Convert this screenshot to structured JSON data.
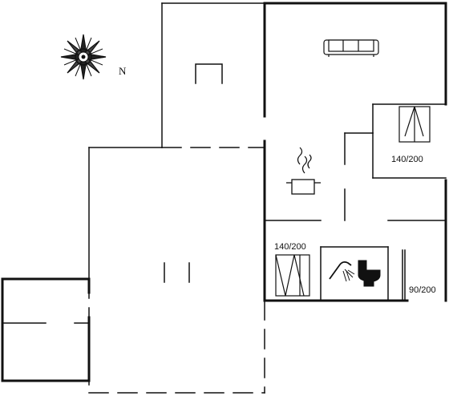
{
  "compass": {
    "icon": "compass-rose-icon",
    "north_label": "N"
  },
  "beds": [
    {
      "label": "140/200"
    },
    {
      "label": "140/200"
    },
    {
      "label": "90/200"
    }
  ],
  "icons": {
    "sofa": "sofa-icon",
    "stove": "cooking-pot-icon",
    "shower": "shower-icon",
    "toilet": "toilet-icon",
    "bed": "bed-icon"
  },
  "colors": {
    "line": "#111111",
    "background": "#ffffff"
  }
}
